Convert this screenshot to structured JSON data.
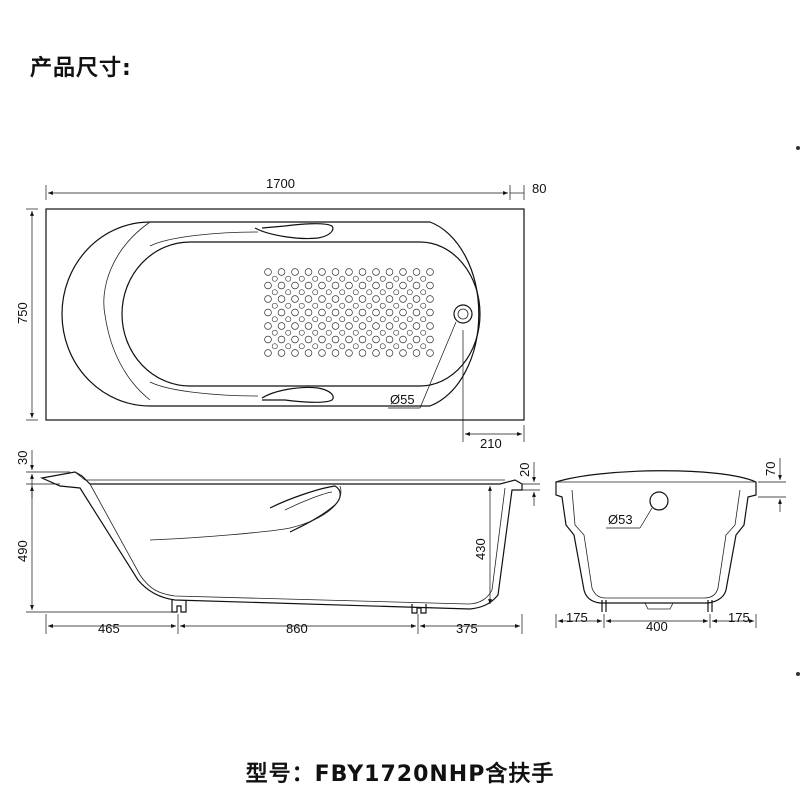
{
  "heading": "产品尺寸:",
  "caption": "型号：FBY1720NHP含扶手",
  "top_view": {
    "dims": {
      "length": "1700",
      "rim_right": "80",
      "width": "750",
      "drain_offset": "210",
      "drain_diameter": "Ø55"
    }
  },
  "side_view": {
    "dims": {
      "rim_left": "30",
      "height": "490",
      "rim_right": "20",
      "inner_depth": "430",
      "foot_left": "465",
      "foot_span": "860",
      "foot_right": "375"
    }
  },
  "end_view": {
    "dims": {
      "rim": "70",
      "overflow_diameter": "Ø53",
      "left": "175",
      "center": "400",
      "right": "175"
    }
  }
}
